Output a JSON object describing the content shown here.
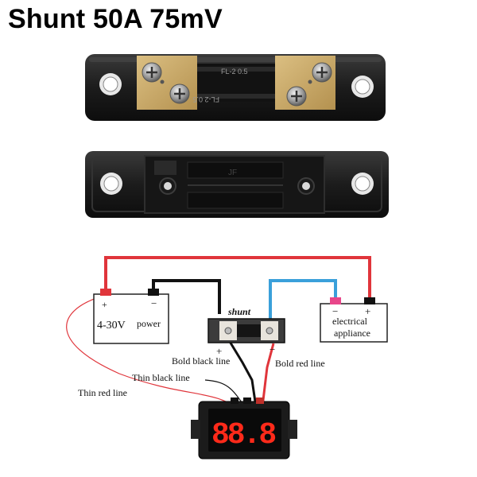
{
  "title": "Shunt 50A 75mV",
  "top_shunt": {
    "marking_top": "FL-2  0.5",
    "marking_bottom": "FL-2  0.5"
  },
  "bottom_shunt": {
    "marking": "JF"
  },
  "diagram": {
    "power_plus": "+",
    "power_minus": "−",
    "power_voltage": "4-30V",
    "power_label": "power",
    "shunt_label": "shunt",
    "shunt_plus": "+",
    "shunt_minus": "−",
    "appliance_minus": "−",
    "appliance_plus": "+",
    "appliance_line1": "electrical",
    "appliance_line2": "appliance",
    "bold_black_line": "Bold black line",
    "bold_red_line": "Bold red line",
    "thin_black_line": "Thin black line",
    "thin_red_line": "Thin red line",
    "display_value": "88.8"
  },
  "colors": {
    "red_wire": "#e0353b",
    "blue_wire": "#3aa0da",
    "black_wire": "#111111",
    "brass": "#c9a865",
    "base": "#1a1a1a",
    "display_digits": "#ff2a1a"
  }
}
